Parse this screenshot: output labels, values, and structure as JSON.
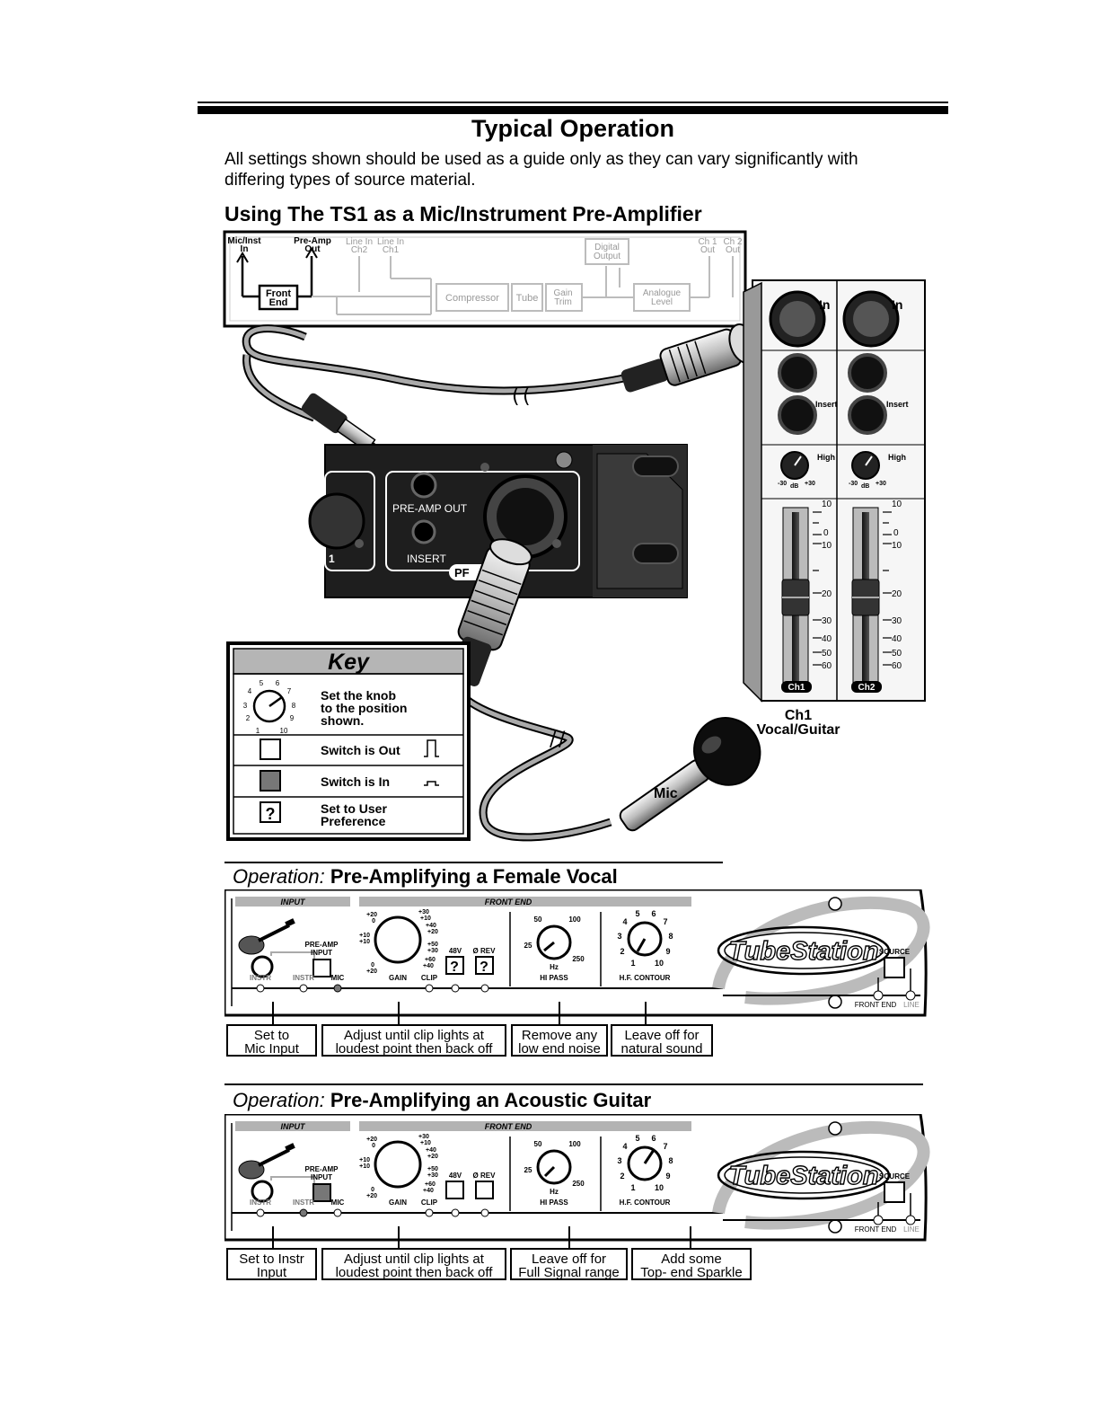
{
  "header": {
    "title": "Typical Operation",
    "intro_line1": "All settings shown should be used as a guide only as they can vary significantly with",
    "intro_line2": "differing types of source material.",
    "section_title": "Using The TS1 as a Mic/Instrument Pre-Amplifier"
  },
  "signal_flow": {
    "mic_inst_in": [
      "Mic/Inst",
      "In"
    ],
    "pre_amp_out": [
      "Pre-Amp",
      "Out"
    ],
    "line_in_ch2": [
      "Line In",
      "Ch2"
    ],
    "line_in_ch1": [
      "Line In",
      "Ch1"
    ],
    "digital_output": [
      "Digital",
      "Output"
    ],
    "ch1_out": [
      "Ch 1",
      "Out"
    ],
    "ch2_out": [
      "Ch 2",
      "Out"
    ],
    "front_end": [
      "Front",
      "End"
    ],
    "compressor": "Compressor",
    "tube": "Tube",
    "gain_trim": [
      "Gain",
      "Trim"
    ],
    "analogue_level": [
      "Analogue",
      "Level"
    ]
  },
  "device_panel": {
    "pre_amp_out": "PRE-AMP OUT",
    "insert": "INSERT",
    "ch_number": "1",
    "partial_label": "PF"
  },
  "mixer": {
    "in": "In",
    "insert": "Insert",
    "high": "High",
    "knob_scale": [
      "-30",
      "dB",
      "+30"
    ],
    "fader_scale": [
      "10",
      "0",
      "10",
      "20",
      "30",
      "40",
      "50",
      "60"
    ],
    "ch1": "Ch1",
    "ch2": "Ch2",
    "caption_line1": "Ch1",
    "caption_line2": "Vocal/Guitar"
  },
  "mic_label": "Mic",
  "key": {
    "title": "Key",
    "knob_numbers": [
      "1",
      "2",
      "3",
      "4",
      "5",
      "6",
      "7",
      "8",
      "9",
      "10"
    ],
    "rows": [
      {
        "text": [
          "Set the knob",
          "to the position",
          "shown."
        ]
      },
      {
        "text": [
          "Switch is Out"
        ]
      },
      {
        "text": [
          "Switch is In"
        ]
      },
      {
        "text": [
          "Set to User",
          "Preference"
        ]
      }
    ],
    "question": "?"
  },
  "panel_labels": {
    "input": "INPUT",
    "front_end": "FRONT END",
    "pre_amp_input": [
      "PRE-AMP",
      "INPUT"
    ],
    "instr": "INSTR",
    "mic": "MIC",
    "gain": "GAIN",
    "clip": "CLIP",
    "v48": "48V",
    "phase_rev": "Ø REV",
    "hi_pass": "HI PASS",
    "hz": "Hz",
    "hf_contour": "H.F. CONTOUR",
    "brand": "TubeStation",
    "source": "SOURCE",
    "front_end_sw": "FRONT END",
    "line": "LINE",
    "gain_scale_left": [
      "+20",
      "0",
      "+10",
      "+10",
      "0",
      "+20"
    ],
    "gain_scale_right": [
      "+30",
      "+10",
      "+40",
      "+20",
      "+50",
      "+30",
      "+60",
      "+40"
    ],
    "hp_scale": [
      "50",
      "100",
      "25",
      "250"
    ],
    "hf_scale": [
      "5",
      "6",
      "4",
      "7",
      "3",
      "8",
      "2",
      "9",
      "1",
      "10"
    ]
  },
  "operations": [
    {
      "prefix": "Operation:",
      "title": "Pre-Amplifying a Female Vocal",
      "callouts": [
        [
          "Set to",
          "Mic Input"
        ],
        [
          "Adjust until clip lights at",
          "loudest point then back off"
        ],
        [
          "Remove any",
          "low end noise"
        ],
        [
          "Leave off for",
          "natural sound"
        ]
      ]
    },
    {
      "prefix": "Operation:",
      "title": "Pre-Amplifying an Acoustic Guitar",
      "callouts": [
        [
          "Set to Instr",
          "Input"
        ],
        [
          "Adjust until clip lights at",
          "loudest point then back off"
        ],
        [
          "Leave off for",
          "Full Signal range"
        ],
        [
          "Add some",
          "Top- end Sparkle"
        ]
      ]
    }
  ]
}
